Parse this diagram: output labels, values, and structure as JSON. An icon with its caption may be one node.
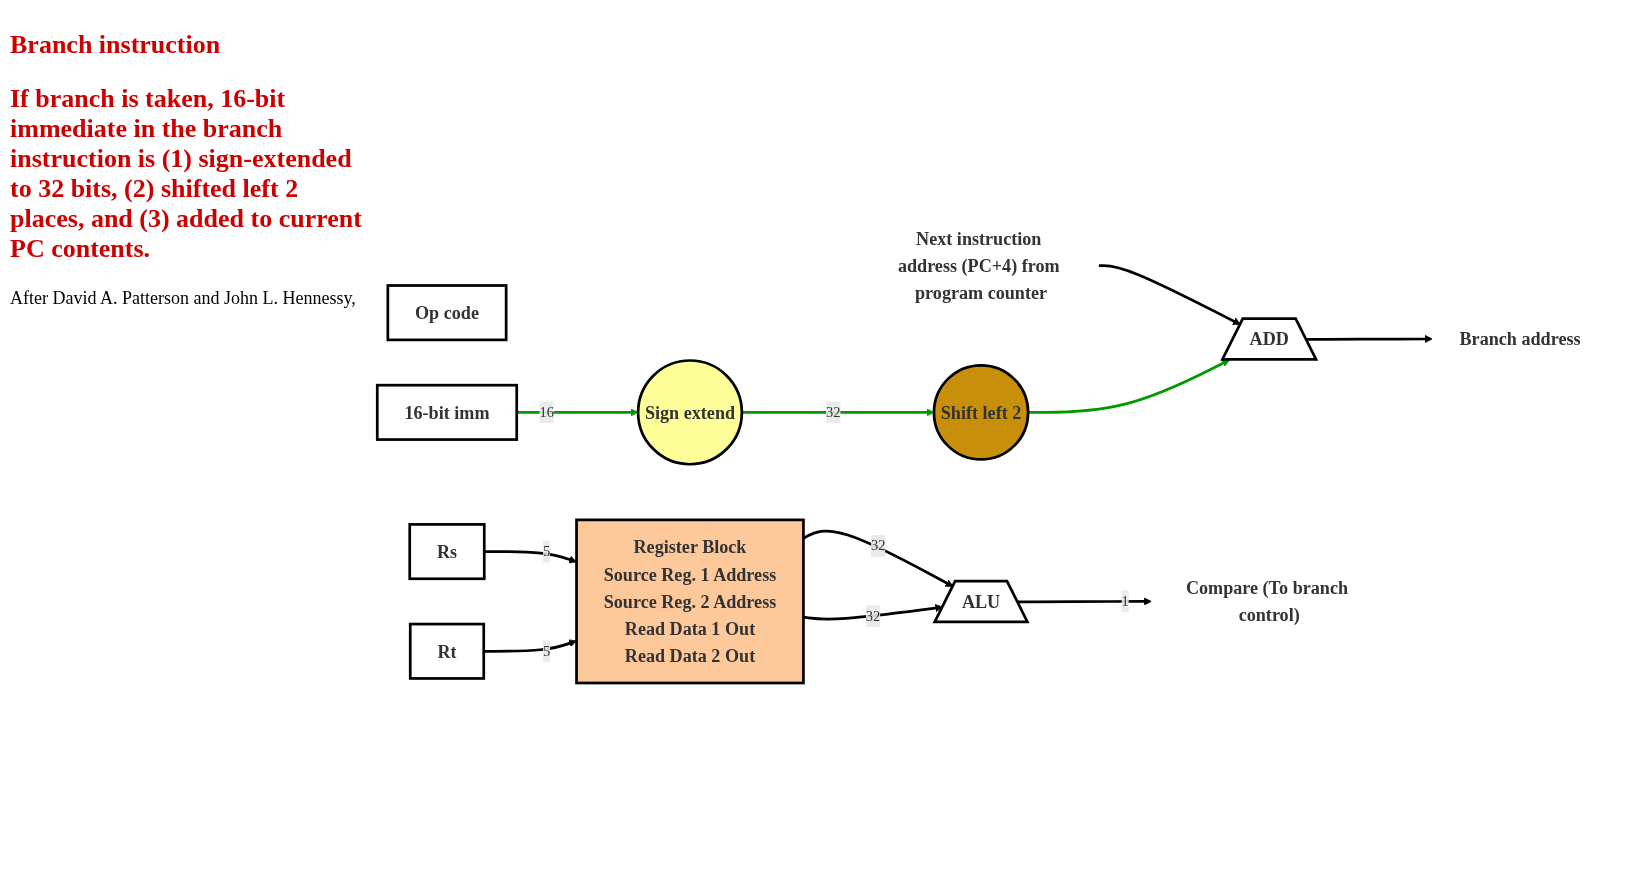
{
  "diagram": {
    "nodes": [
      {
        "text": [
          "Op code"
        ]
      },
      {
        "text": [
          "Rs"
        ]
      },
      {
        "text": [
          "Rt"
        ]
      },
      {
        "text": [
          "16-bit imm"
        ]
      },
      {
        "text": [
          "Register Block",
          "Source Reg. 1 Address",
          "Source Reg. 2 Address",
          "Read Data 1 Out",
          "Read Data 2 Out"
        ]
      },
      {
        "text": [
          "Sign extend"
        ]
      },
      {
        "text": [
          "Shift left 2"
        ]
      },
      {
        "text": [
          "ADD"
        ]
      },
      {
        "text": [
          "ALU"
        ]
      },
      {
        "text": [
          "Next instruction address (PC+4) from program counter"
        ]
      },
      {
        "text": [
          "Branch address"
        ]
      },
      {
        "text": [
          "Compare (To branch control)"
        ]
      }
    ],
    "edges": [
      {
        "from": 9,
        "to": 7,
        "arrow": "to"
      },
      {
        "from": 1,
        "to": 4,
        "arrow": "to",
        "label": "5"
      },
      {
        "from": 2,
        "to": 4,
        "arrow": "to",
        "label": "5"
      },
      {
        "from": 4,
        "to": 8,
        "arrow": "to",
        "label": "32"
      },
      {
        "from": 4,
        "to": 8,
        "arrow": "to",
        "label": "32"
      },
      {
        "from": 3,
        "to": 5,
        "arrow": "to",
        "label": "16",
        "color": "#009900"
      },
      {
        "from": 5,
        "to": 6,
        "arrow": "to",
        "label": "32",
        "color": "#009900"
      },
      {
        "from": 6,
        "to": 7,
        "arrow": "to",
        "color": "#009900"
      },
      {
        "from": 7,
        "to": 10,
        "arrow": "to"
      },
      {
        "from": 8,
        "to": 11,
        "arrow": "to",
        "label": "1"
      }
    ],
    "labels": [
      "Branch instruction",
      "If branch is taken, 16-bit immediate in the branch instruction is (1) sign-extended to 32 bits, (2) shifted left 2 places, and (3) added to current PC contents.",
      "After David A. Patterson and John L. Hennessy,"
    ]
  }
}
